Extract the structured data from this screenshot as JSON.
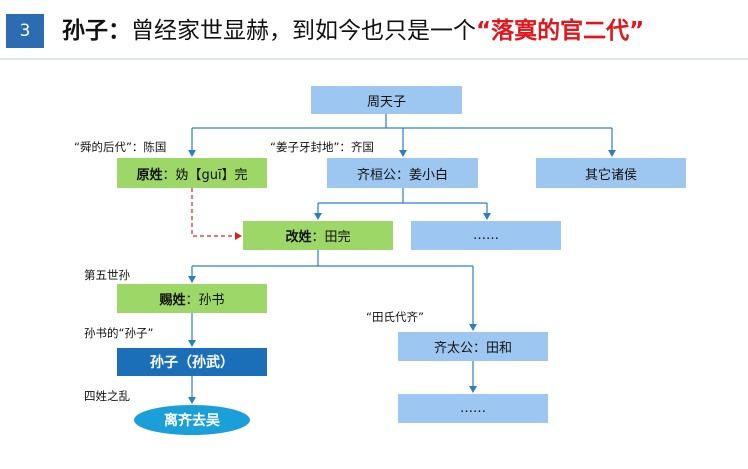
{
  "header": {
    "number": "3",
    "title_lead": "孙子：",
    "title_body": "曾经家世显赫，到如今也只是一个",
    "title_highlight": "“落寞的官二代”"
  },
  "nodes": {
    "zhou": "周天子",
    "yuanxing_key": "原姓",
    "yuanxing_val": "：妫【guī】完",
    "qihuan": "齐桓公：姜小白",
    "other_lords": "其它诸侯",
    "gaixing_key": "改姓",
    "gaixing_val": "：田完",
    "dots1": "……",
    "cixing_key": "赐姓",
    "cixing_val": "：孙书",
    "sunzi": "孙子（孙武）",
    "leave": "离齐去吴",
    "qitai": "齐太公：田和",
    "dots2": "……"
  },
  "notes": {
    "shun": "“舜的后代”：陈国",
    "jiang": "“姜子牙封地”：齐国",
    "fifth": "第五世孙",
    "sunshu": "孙书的“孙子”",
    "tianshi": "“田氏代齐”",
    "sixing": "四姓之乱"
  },
  "colors": {
    "blue_box": "#9dc6f0",
    "green_box": "#9dd767",
    "dark_box": "#1a6fb8",
    "oval": "#1a9fd8",
    "arrow": "#2d7fc4",
    "dashed_arrow": "#e02020",
    "highlight": "#e2151b"
  }
}
